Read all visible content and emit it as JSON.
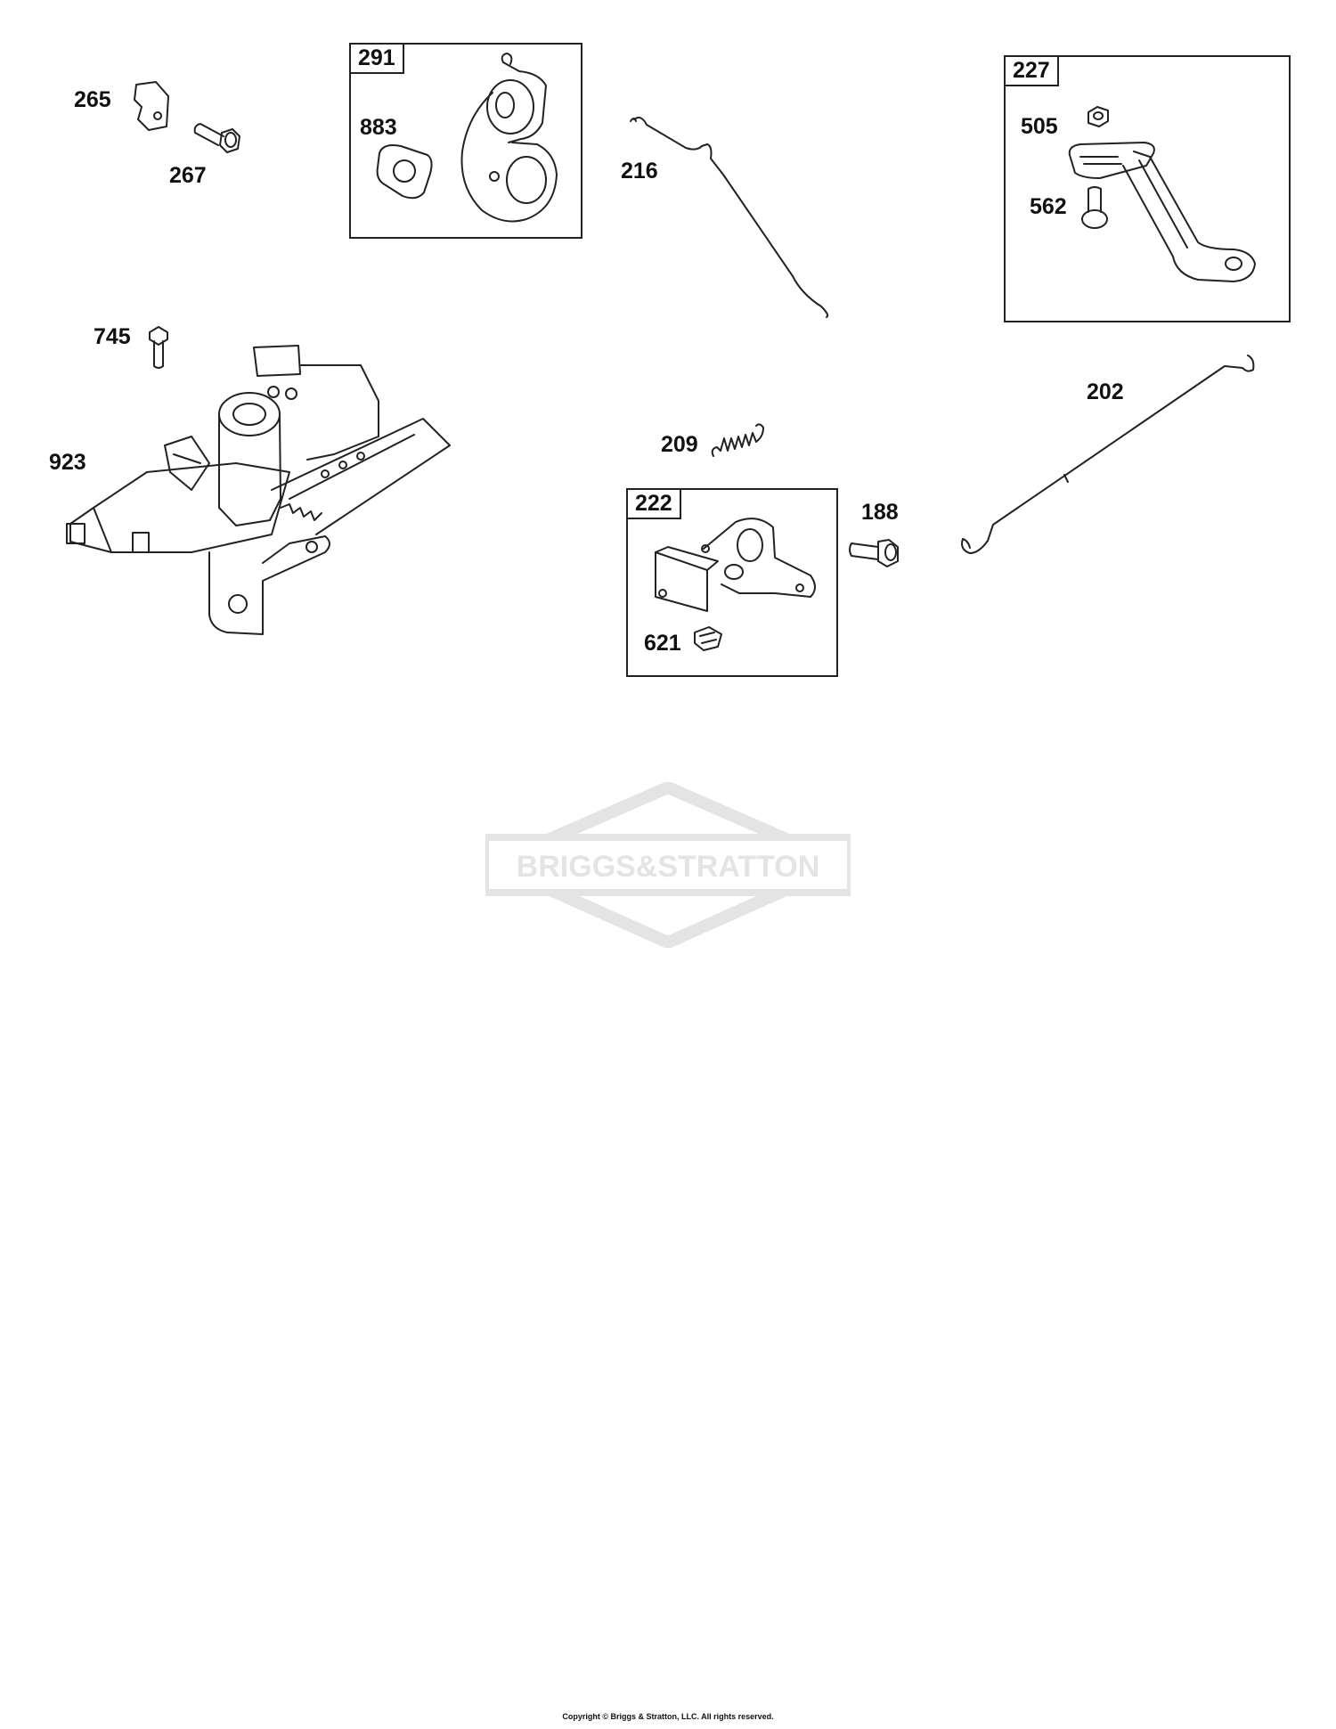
{
  "labels": {
    "p265": "265",
    "p267": "267",
    "p883": "883",
    "p216": "216",
    "p505": "505",
    "p562": "562",
    "p745": "745",
    "p923": "923",
    "p209": "209",
    "p202": "202",
    "p188": "188",
    "p621": "621"
  },
  "boxes": {
    "b291": "291",
    "b227": "227",
    "b222": "222"
  },
  "watermark": {
    "logo_text": "BRIGGS&STRATTON"
  },
  "footer": {
    "copyright": "Copyright © Briggs & Stratton, LLC. All rights reserved."
  },
  "colors": {
    "line": "#222222",
    "watermark": "#e4e4e4",
    "background": "#ffffff"
  }
}
